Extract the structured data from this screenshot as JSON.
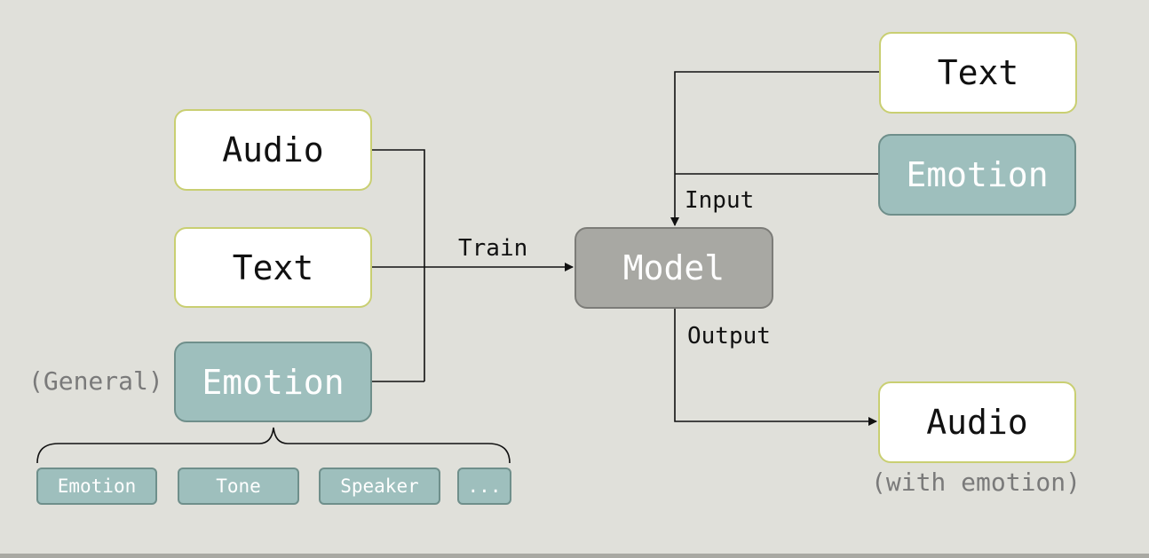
{
  "training": {
    "audio": "Audio",
    "text": "Text",
    "emotion": "Emotion",
    "emotion_note": "(General)",
    "sub_items": [
      "Emotion",
      "Tone",
      "Speaker",
      "..."
    ],
    "train_label": "Train"
  },
  "model": {
    "label": "Model"
  },
  "inference": {
    "text": "Text",
    "emotion": "Emotion",
    "input_label": "Input",
    "output_label": "Output",
    "audio": "Audio",
    "audio_note": "(with emotion)"
  },
  "colors": {
    "background": "#e0e0da",
    "white_box_border": "#c9cf72",
    "teal_box": "#9ebfbd",
    "teal_box_border": "#6f8f8b",
    "model_box": "#a8a8a3",
    "note_text": "#7a7a7a"
  }
}
